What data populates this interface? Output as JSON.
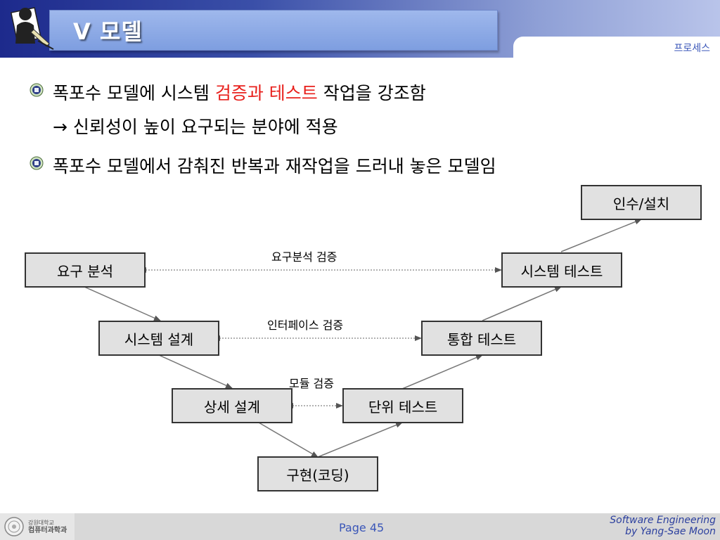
{
  "header": {
    "title": "V 모델",
    "section_label": "프로세스"
  },
  "bullets": [
    {
      "parts": [
        {
          "text": "폭포수 모델에 시스템 ",
          "color": "#000000"
        },
        {
          "text": "검증과 테스트",
          "color": "#e8201c"
        },
        {
          "text": " 작업을 강조함",
          "color": "#000000"
        }
      ],
      "sub": "→ 신뢰성이 높이 요구되는 분야에 적용"
    },
    {
      "parts": [
        {
          "text": "폭포수 모델에서 감춰진 반복과 재작업을 드러내 놓은 모델임",
          "color": "#000000"
        }
      ]
    }
  ],
  "diagram": {
    "boxes": {
      "req": "요구 분석",
      "sysdesign": "시스템 설계",
      "detail": "상세 설계",
      "impl": "구현(코딩)",
      "unit": "단위 테스트",
      "integ": "통합 테스트",
      "systest": "시스템 테스트",
      "accept": "인수/설치"
    },
    "verifications": {
      "req": "요구분석 검증",
      "interface": "인터페이스 검증",
      "module": "모듈 검증"
    }
  },
  "footer": {
    "university": "강원대학교",
    "department": "컴퓨터과학과",
    "page": "Page 45",
    "course_line1": "Software Engineering",
    "course_line2": "by Yang-Sae Moon"
  },
  "colors": {
    "header_dark": "#1d2a8c",
    "highlight": "#e8201c",
    "link_blue": "#3a56b8",
    "box_fill": "#e1e1e1"
  }
}
